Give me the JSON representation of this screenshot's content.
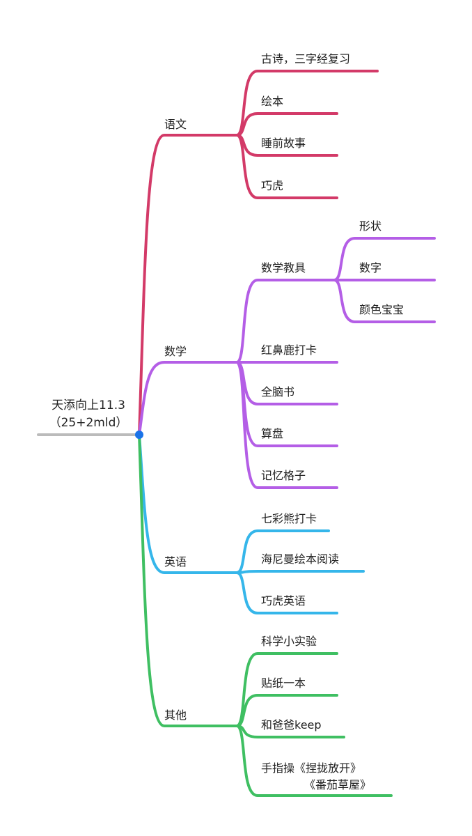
{
  "root": {
    "lines": [
      "天添向上11.3",
      "（25+2mld）"
    ],
    "color": "#bbbbbb",
    "node_color": "#1a73e8"
  },
  "branches": [
    {
      "label": "语文",
      "color": "#d33a68",
      "children": [
        {
          "label": "古诗，三字经复习"
        },
        {
          "label": "绘本"
        },
        {
          "label": "睡前故事"
        },
        {
          "label": "巧虎"
        }
      ]
    },
    {
      "label": "数学",
      "color": "#b45ee6",
      "children": [
        {
          "label": "数学教具",
          "children": [
            {
              "label": "形状"
            },
            {
              "label": "数字"
            },
            {
              "label": "颜色宝宝"
            }
          ]
        },
        {
          "label": "红鼻鹿打卡"
        },
        {
          "label": "全脑书"
        },
        {
          "label": "算盘"
        },
        {
          "label": "记忆格子"
        }
      ]
    },
    {
      "label": "英语",
      "color": "#35b6ea",
      "children": [
        {
          "label": "七彩熊打卡"
        },
        {
          "label": "海尼曼绘本阅读"
        },
        {
          "label": "巧虎英语"
        }
      ]
    },
    {
      "label": "其他",
      "color": "#3fbf62",
      "children": [
        {
          "label": "科学小实验"
        },
        {
          "label": "贴纸一本"
        },
        {
          "label": "和爸爸keep"
        },
        {
          "label": "手指操《捏拢放开》",
          "label2": "《番茄草屋》"
        }
      ]
    }
  ]
}
